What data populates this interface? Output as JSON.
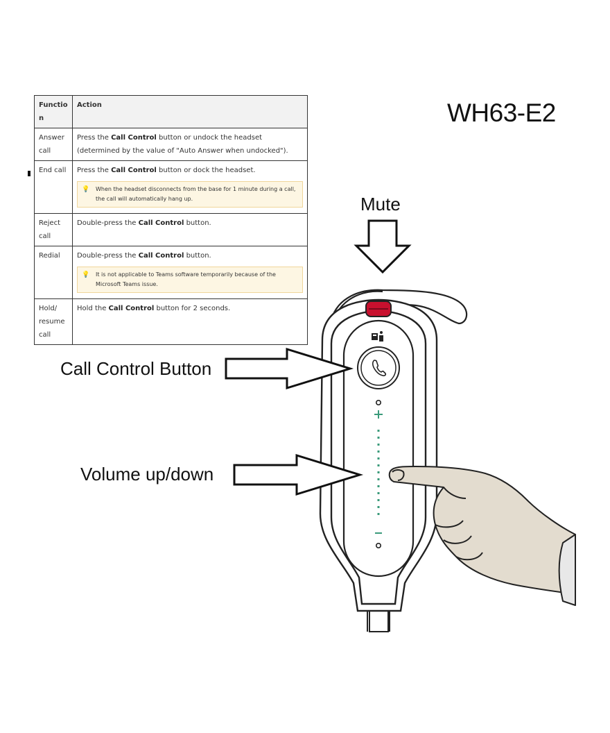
{
  "title": "WH63-E2",
  "labels": {
    "mute": "Mute",
    "call_control": "Call Control Button",
    "volume": "Volume up/down"
  },
  "table": {
    "headers": [
      "Functio\nn",
      "Action"
    ],
    "rows": [
      {
        "function": "Answer call",
        "action_pre": "Press the ",
        "action_bold": "Call Control",
        "action_post": " button or undock the headset (determined by the value of \"Auto Answer when undocked\").",
        "note": ""
      },
      {
        "function": "End call",
        "action_pre": "Press the ",
        "action_bold": "Call Control",
        "action_post": " button or dock the headset.",
        "note": "When the headset disconnects from the base for 1 minute during a call, the call will automatically hang up."
      },
      {
        "function": "Reject call",
        "action_pre": "Double-press the ",
        "action_bold": "Call Control",
        "action_post": " button.",
        "note": ""
      },
      {
        "function": "Redial",
        "action_pre": "Double-press the ",
        "action_bold": "Call Control",
        "action_post": " button.",
        "note": "It is not applicable to Teams software temporarily because of the Microsoft Teams issue."
      },
      {
        "function": "Hold/ resume call",
        "action_pre": "Hold the ",
        "action_bold": "Call Control",
        "action_post": " button for 2 seconds.",
        "note": ""
      }
    ]
  },
  "colors": {
    "mute_button": "#c8102e",
    "volume_dots": "#3a9a7a",
    "hand_fill": "#e3dccf"
  },
  "icons": [
    "teams-icon",
    "phone-icon",
    "lightbulb-icon"
  ]
}
